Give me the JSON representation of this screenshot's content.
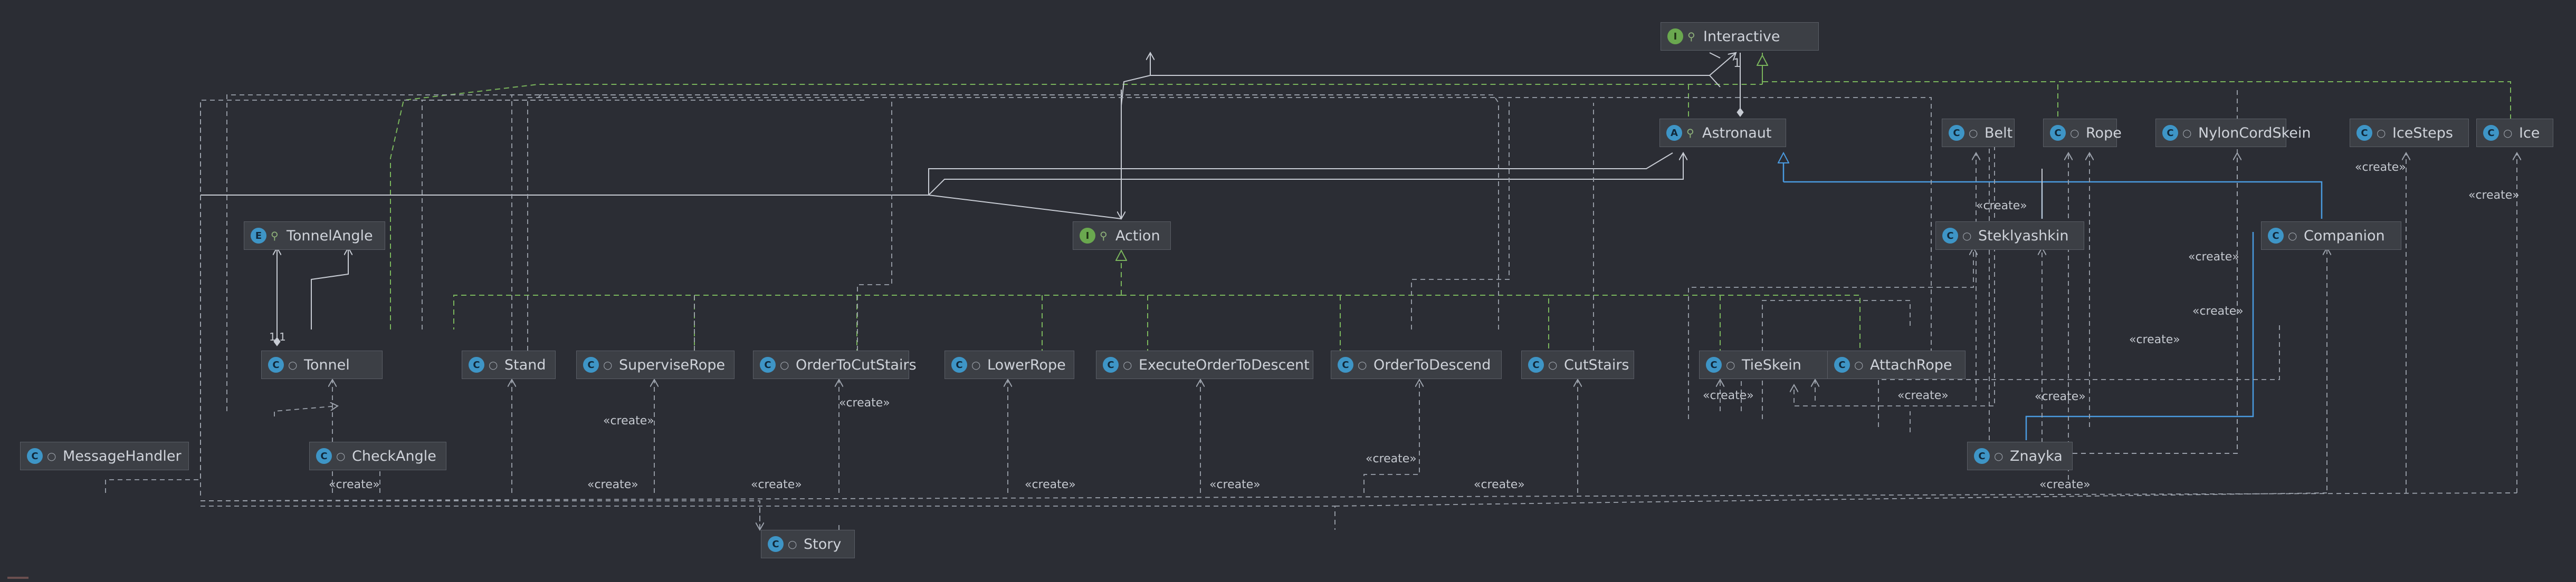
{
  "diagram": {
    "nodes": [
      {
        "id": "interactive",
        "label": "Interactive",
        "kind": "interface"
      },
      {
        "id": "astronaut",
        "label": "Astronaut",
        "kind": "abstract"
      },
      {
        "id": "belt",
        "label": "Belt",
        "kind": "class"
      },
      {
        "id": "rope",
        "label": "Rope",
        "kind": "class"
      },
      {
        "id": "nyloncordskein",
        "label": "NylonCordSkein",
        "kind": "class"
      },
      {
        "id": "icesteps",
        "label": "IceSteps",
        "kind": "class"
      },
      {
        "id": "ice",
        "label": "Ice",
        "kind": "class"
      },
      {
        "id": "tonnelangle",
        "label": "TonnelAngle",
        "kind": "enum"
      },
      {
        "id": "action",
        "label": "Action",
        "kind": "interface"
      },
      {
        "id": "steklyashkin",
        "label": "Steklyashkin",
        "kind": "class"
      },
      {
        "id": "companion",
        "label": "Companion",
        "kind": "class"
      },
      {
        "id": "tonnel",
        "label": "Tonnel",
        "kind": "class"
      },
      {
        "id": "stand",
        "label": "Stand",
        "kind": "class"
      },
      {
        "id": "superviserope",
        "label": "SuperviseRope",
        "kind": "class"
      },
      {
        "id": "ordertocutstairs",
        "label": "OrderToCutStairs",
        "kind": "class"
      },
      {
        "id": "lowerrope",
        "label": "LowerRope",
        "kind": "class"
      },
      {
        "id": "executeordertodescent",
        "label": "ExecuteOrderToDescent",
        "kind": "class"
      },
      {
        "id": "ordertodescend",
        "label": "OrderToDescend",
        "kind": "class"
      },
      {
        "id": "cutstairs",
        "label": "CutStairs",
        "kind": "class"
      },
      {
        "id": "tieskein",
        "label": "TieSkein",
        "kind": "class"
      },
      {
        "id": "attachrope",
        "label": "AttachRope",
        "kind": "class"
      },
      {
        "id": "messagehandler",
        "label": "MessageHandler",
        "kind": "class"
      },
      {
        "id": "checkangle",
        "label": "CheckAngle",
        "kind": "class"
      },
      {
        "id": "znayka",
        "label": "Znayka",
        "kind": "class"
      },
      {
        "id": "story",
        "label": "Story",
        "kind": "class"
      }
    ],
    "labels": {
      "create": "«create»",
      "mult_one": "1",
      "mult_one_one": "1 1"
    },
    "colors": {
      "background": "#2b2d34",
      "node_fill": "#3c3f45",
      "node_border": "#5a5e66",
      "interface_badge": "#6aa84f",
      "class_badge": "#3e95c6",
      "implements_edge": "#7ab55c",
      "extends_edge": "#4a9be0",
      "dependency_edge": "#9da3ad",
      "association_edge": "#c8ccd4"
    }
  }
}
